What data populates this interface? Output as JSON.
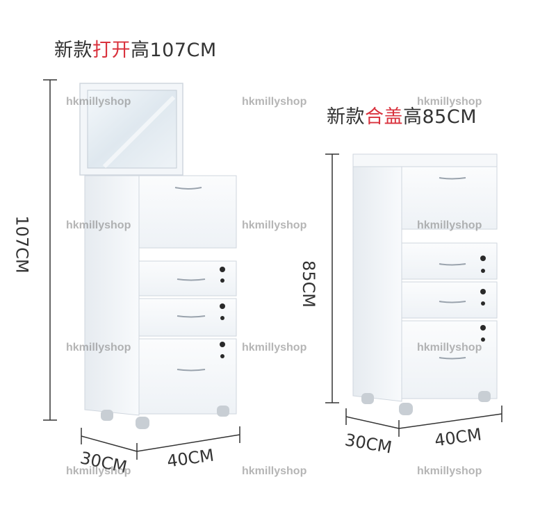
{
  "titles": {
    "left": {
      "prefix": "新款",
      "highlight": "打开",
      "suffix": "高107CM"
    },
    "right": {
      "prefix": "新款",
      "highlight": "合盖",
      "suffix": "高85CM"
    },
    "highlight_color": "#d9323d"
  },
  "watermark": "hkmillyshop",
  "dimensions": {
    "left_height": "107CM",
    "left_depth": "30CM",
    "left_width": "40CM",
    "right_height": "85CM",
    "right_depth": "30CM",
    "right_width": "40CM"
  }
}
